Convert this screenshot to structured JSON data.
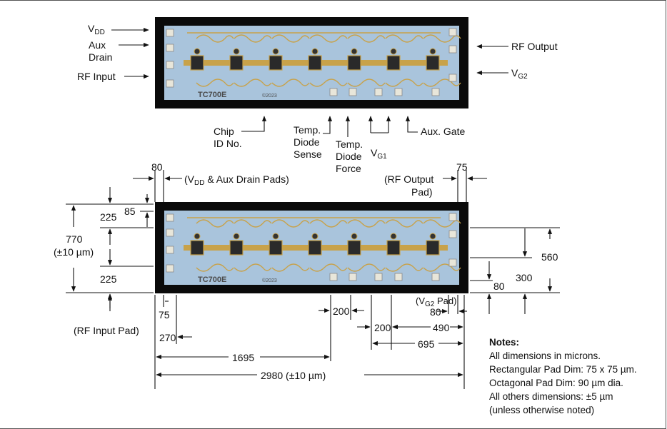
{
  "top_labels": {
    "vdd": {
      "main": "V",
      "sub": "DD"
    },
    "aux_drain_1": "Aux",
    "aux_drain_2": "Drain",
    "rf_input": "RF Input",
    "rf_output": "RF Output",
    "vg2": {
      "main": "V",
      "sub": "G2"
    },
    "chip_id_1": "Chip",
    "chip_id_2": "ID No.",
    "temp_sense_1": "Temp.",
    "temp_sense_2": "Diode",
    "temp_sense_3": "Sense",
    "temp_force_1": "Temp.",
    "temp_force_2": "Diode",
    "temp_force_3": "Force",
    "vg1": {
      "main": "V",
      "sub": "G1"
    },
    "aux_gate": "Aux. Gate"
  },
  "chip_marking": {
    "part": "TC700E",
    "logo": "©2023"
  },
  "dimensions": {
    "d80_top": "80",
    "vdd_pads_pre": "(V",
    "vdd_pads_sub": "DD",
    "vdd_pads_post": " & Aux Drain Pads)",
    "rf_output_pad_1": "(RF Output",
    "rf_output_pad_2": "Pad)",
    "d75_top": "75",
    "d85": "85",
    "d225_top": "225",
    "d770": "770",
    "d770_tol": "(±10 µm)",
    "d225_bottom": "225",
    "d560": "560",
    "d300": "300",
    "d80_right": "80",
    "d75_bottom": "75",
    "rf_input_pad": "(RF Input Pad)",
    "d270": "270",
    "d1695": "1695",
    "d2980": "2980 (±10 µm)",
    "d200_a": "200",
    "d200_b": "200",
    "vg2_pad_pre": "(V",
    "vg2_pad_sub": "G2",
    "vg2_pad_post": " Pad)",
    "d80_bottom": "80",
    "d490": "490",
    "d695": "695"
  },
  "notes": {
    "title": "Notes:",
    "lines": [
      "All dimensions in microns.",
      "Rectangular Pad Dim: 75 x 75 µm.",
      "Octagonal Pad Dim: 90 µm dia.",
      "All others dimensions: ±5 µm",
      "(unless otherwise noted)"
    ]
  },
  "colors": {
    "chip_bg": "#0a0a0a",
    "die": "#a9c4dc",
    "gold": "#c8a24a",
    "pad": "#e8e6da"
  }
}
